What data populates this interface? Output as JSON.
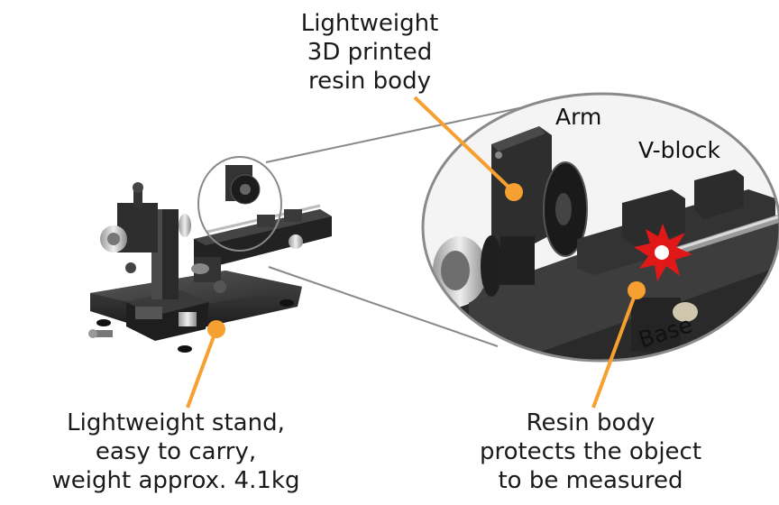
{
  "callouts": {
    "top_body": [
      "Lightweight",
      "3D printed",
      "resin body"
    ],
    "stand": [
      "Lightweight stand,",
      "easy to carry,",
      "weight approx. 4.1kg"
    ],
    "resin": [
      "Resin body",
      "protects the object",
      "to be measured"
    ]
  },
  "parts": {
    "arm": "Arm",
    "vblock": "V-block",
    "base": "Base"
  },
  "colors": {
    "callout_orange": "#F5A030",
    "machine_dark": "#2b2b2b",
    "zoom_outline": "#8a8a8a"
  }
}
